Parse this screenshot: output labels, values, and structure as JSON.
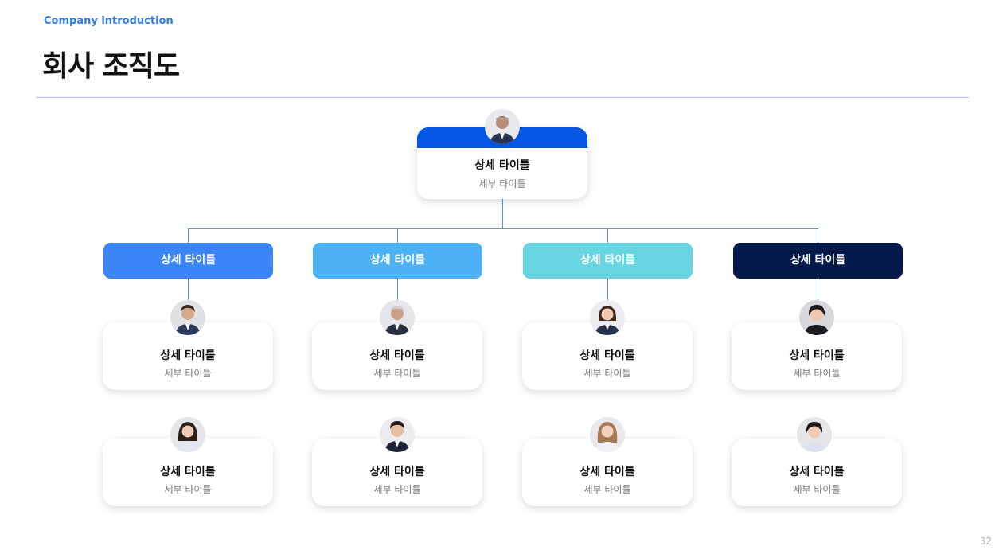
{
  "header": {
    "eyebrow": "Company introduction",
    "title": "회사 조직도",
    "page_number": "32"
  },
  "top": {
    "title": "상세 타이틀",
    "subtitle": "세부 타이틀",
    "band_color": "#0556e2",
    "avatar": "person-icon"
  },
  "departments": [
    {
      "label": "상세 타이틀",
      "color": "#3b86f6"
    },
    {
      "label": "상세 타이틀",
      "color": "#4cb1f5"
    },
    {
      "label": "상세 타이틀",
      "color": "#67d5e2"
    },
    {
      "label": "상세 타이틀",
      "color": "#03194a"
    }
  ],
  "members": [
    [
      {
        "title": "상세 타이틀",
        "subtitle": "세부 타이틀"
      },
      {
        "title": "상세 타이틀",
        "subtitle": "세부 타이틀"
      }
    ],
    [
      {
        "title": "상세 타이틀",
        "subtitle": "세부 타이틀"
      },
      {
        "title": "상세 타이틀",
        "subtitle": "세부 타이틀"
      }
    ],
    [
      {
        "title": "상세 타이틀",
        "subtitle": "세부 타이틀"
      },
      {
        "title": "상세 타이틀",
        "subtitle": "세부 타이틀"
      }
    ],
    [
      {
        "title": "상세 타이틀",
        "subtitle": "세부 타이틀"
      },
      {
        "title": "상세 타이틀",
        "subtitle": "세부 타이틀"
      }
    ]
  ]
}
